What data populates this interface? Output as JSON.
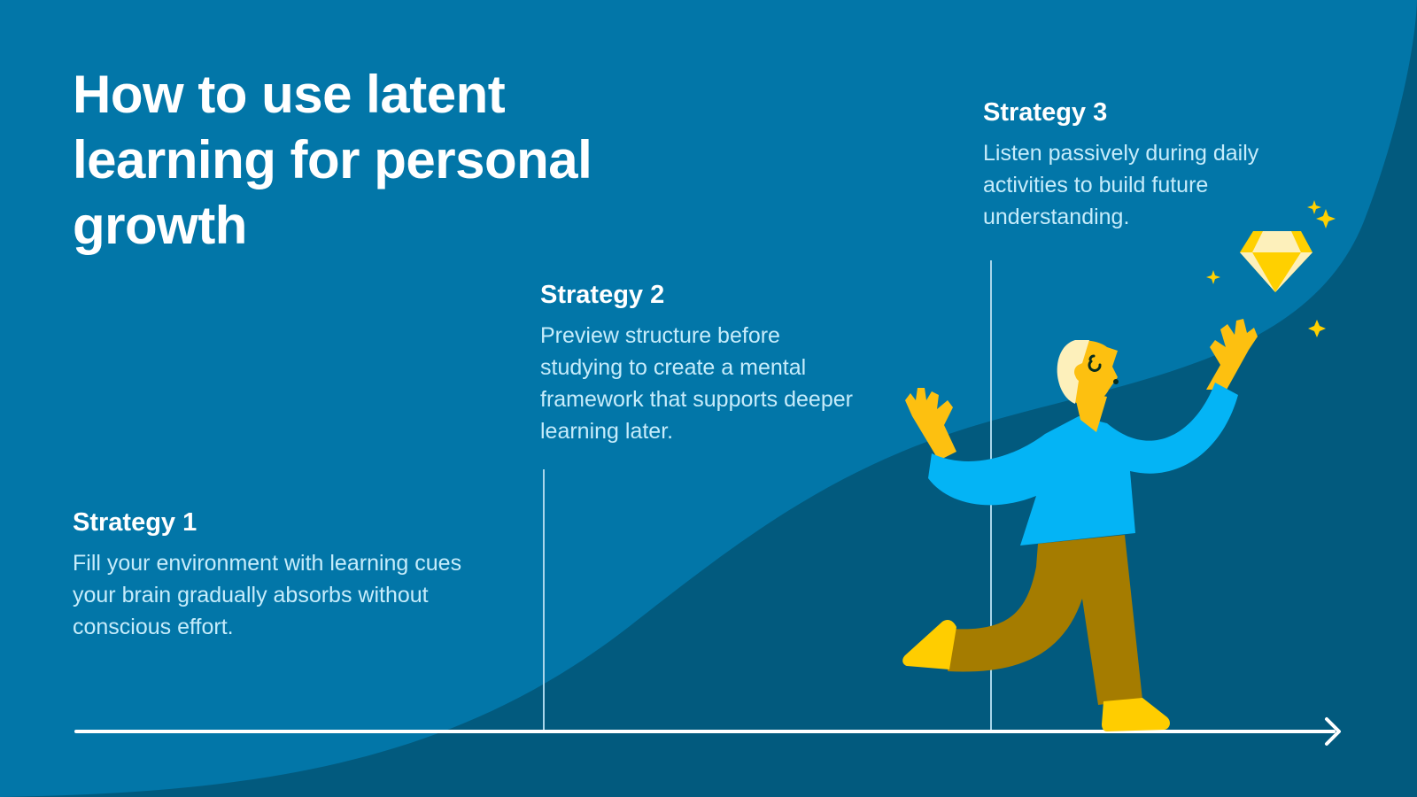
{
  "title": "How to use latent learning for personal growth",
  "strategies": [
    {
      "label": "Strategy 1",
      "text": "Fill your environment with learning cues your brain gradually absorbs without conscious effort."
    },
    {
      "label": "Strategy 2",
      "text": "Preview structure before studying to create a mental framework that supports deeper learning later."
    },
    {
      "label": "Strategy 3",
      "text": "Listen passively during daily activities to build future understanding."
    }
  ],
  "icons": {
    "axis_arrow": "arrow-right-icon",
    "diamond": "diamond-icon",
    "sparkles": "sparkle-icon",
    "person": "person-reaching-illustration"
  },
  "colors": {
    "background": "#0276a8",
    "curve": "#025a7e",
    "title": "#ffffff",
    "body_text": "#c6ecfb",
    "shirt": "#04b4f5",
    "skin": "#fdc010",
    "pants": "#a57c00",
    "hair": "#fdf0bb",
    "diamond": "#ffd000"
  }
}
